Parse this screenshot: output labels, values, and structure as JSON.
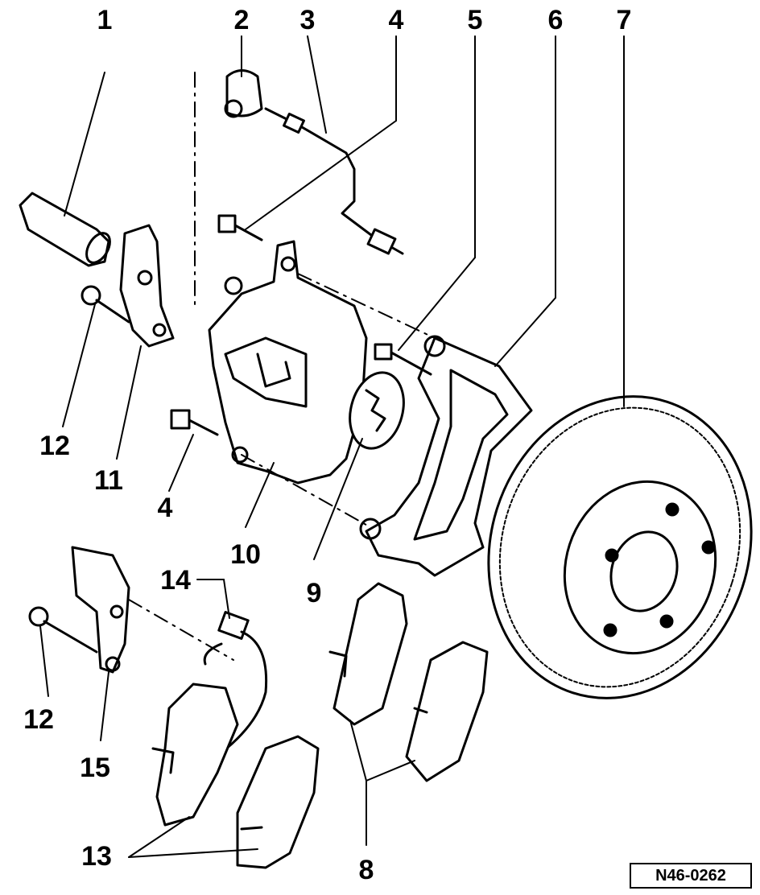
{
  "diagram": {
    "reference_code": "N46-0262",
    "callouts": [
      "1",
      "2",
      "3",
      "4",
      "5",
      "6",
      "7",
      "4",
      "8",
      "9",
      "10",
      "11",
      "12",
      "12",
      "13",
      "14",
      "15"
    ]
  }
}
